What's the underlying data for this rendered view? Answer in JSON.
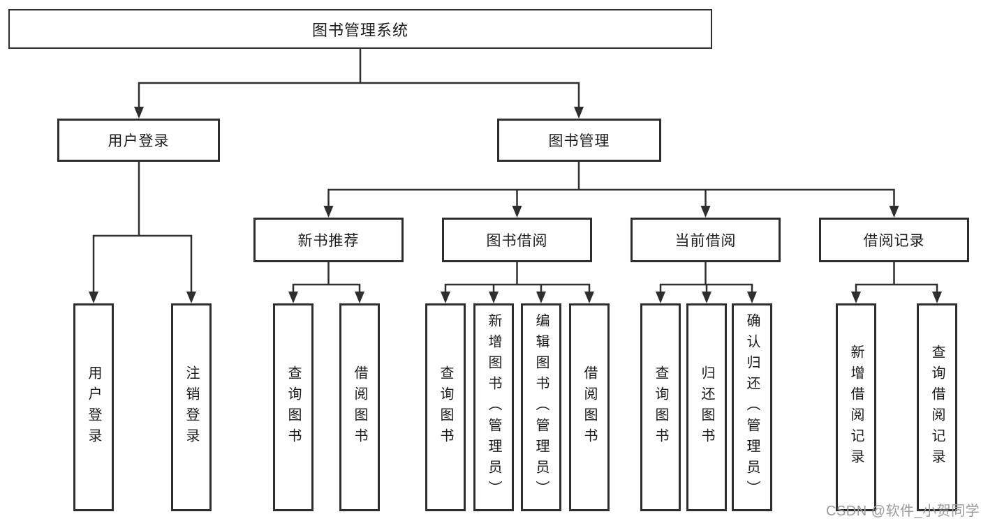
{
  "diagram": {
    "title": "图书管理系统",
    "root_label": "图书管理系统",
    "level2": {
      "user_login": "用户登录",
      "book_mgmt": "图书管理"
    },
    "level3": {
      "new_books": "新书推荐",
      "book_borrow": "图书借阅",
      "current_borrow": "当前借阅",
      "borrow_records": "借阅记录"
    },
    "leaves": {
      "user_login": [
        "用户登录",
        "注销登录"
      ],
      "new_books": [
        "查询图书",
        "借阅图书"
      ],
      "book_borrow": [
        "查询图书",
        "新增图书（管理员）",
        "编辑图书（管理员）",
        "借阅图书"
      ],
      "current_borrow": [
        "查询图书",
        "归还图书",
        "确认归还（管理员）"
      ],
      "borrow_records": [
        "新增借阅记录",
        "查询借阅记录"
      ]
    }
  },
  "watermark": {
    "text": "CSDN @软件_小贺同学"
  },
  "colors": {
    "line": "#2e2e2e",
    "box_border": "#2e2e2e",
    "text": "#1c1c1c",
    "watermark": "#9b9b9b",
    "background": "#ffffff"
  }
}
